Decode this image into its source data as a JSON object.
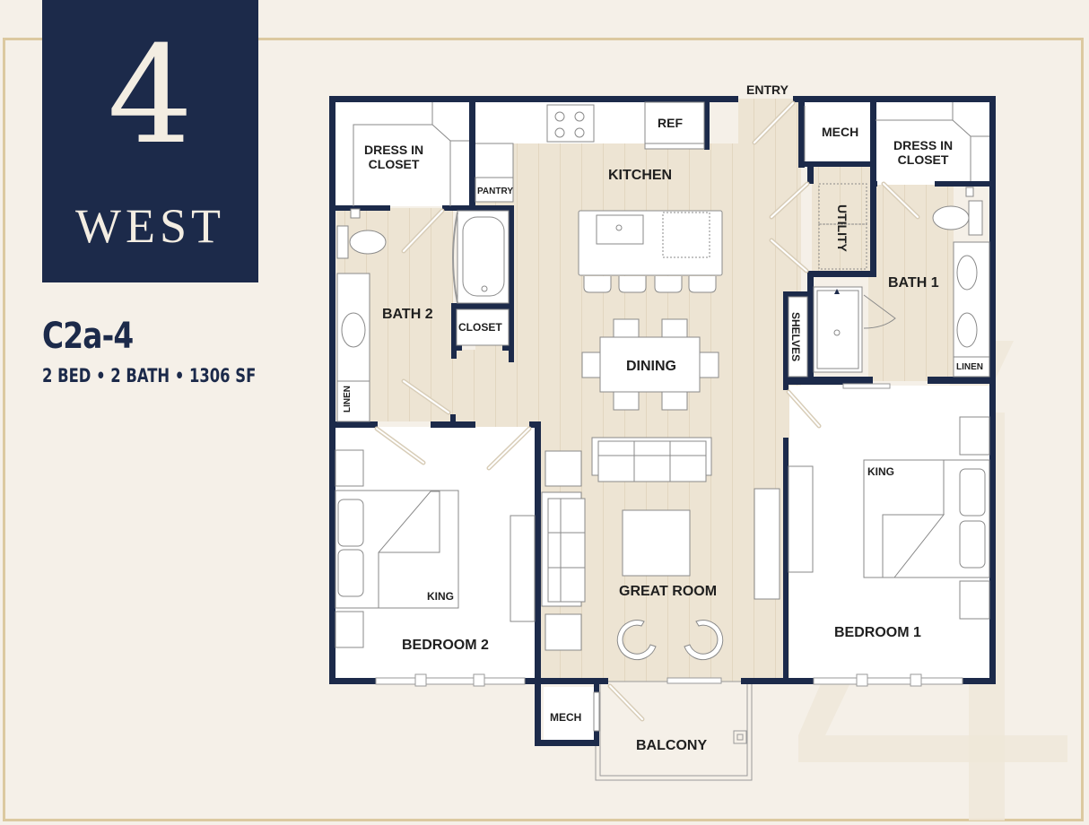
{
  "brand": {
    "number": "4",
    "word": "WEST",
    "box_color": "#1c2a4a",
    "text_color": "#f3ede2"
  },
  "unit": {
    "code": "C2a-4",
    "specs": "2 BED • 2 BATH • 1306 SF",
    "bedrooms": 2,
    "bathrooms": 2,
    "square_feet": 1306
  },
  "colors": {
    "background": "#f5f0e8",
    "frame": "#dcc9a0",
    "wall": "#1c2a4a",
    "floor_wood": "#ede4d3",
    "floor_carpet": "#ffffff",
    "fixture_line": "#8a8a8a"
  },
  "rooms": {
    "entry": "ENTRY",
    "kitchen": "KITCHEN",
    "ref": "REF",
    "pantry": "PANTRY",
    "dress_closet_2": "DRESS IN\nCLOSET",
    "dress_closet_1": "DRESS IN\nCLOSET",
    "bath_2": "BATH 2",
    "closet": "CLOSET",
    "linen_2": "LINEN",
    "dining": "DINING",
    "great_room": "GREAT ROOM",
    "bedroom_2": "BEDROOM 2",
    "king_2": "KING",
    "mech_balcony": "MECH",
    "balcony": "BALCONY",
    "mech_entry": "MECH",
    "utility": "UTILITY",
    "bath_1": "BATH 1",
    "shelves": "SHELVES",
    "linen_1": "LINEN",
    "bedroom_1": "BEDROOM 1",
    "king_1": "KING"
  }
}
